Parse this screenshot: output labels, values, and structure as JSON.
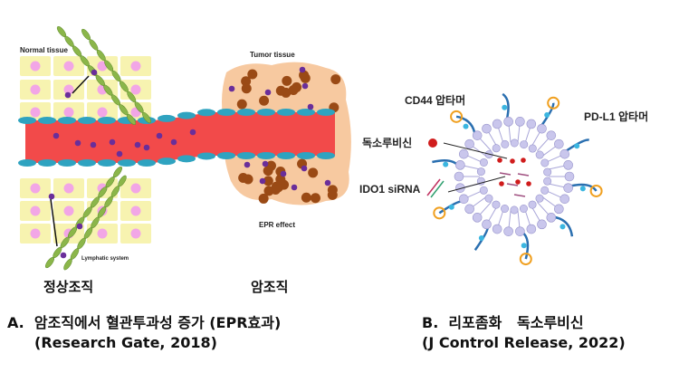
{
  "panel_a": {
    "labels": {
      "normal_tissue": "Normal tissue",
      "tumor_tissue": "Tumor tissue",
      "epr_effect": "EPR effect",
      "lymphatic_system": "Lymphatic system",
      "normal_tissue_kr": "정상조직",
      "tumor_tissue_kr": "암조직"
    },
    "caption": "A.  암조직에서 혈관투과성 증가 (EPR효과)",
    "source": "(Research Gate, 2018)"
  },
  "panel_b": {
    "labels": {
      "cd44_aptamer": "CD44 압타머",
      "pdl1_aptamer": "PD-L1 압타머",
      "doxorubicin": "독소루비신",
      "ido1_sirna": "IDO1 siRNA"
    },
    "caption": "B.  리포좀화   독소루비신",
    "source": "(J Control Release, 2022)"
  },
  "colors": {
    "vessel": "#f24a4a",
    "endothelium": "#2fa3c0",
    "normal_cell": "#f7f3b0",
    "nucleus": "#f2a6e6",
    "tumor_bg": "#f7c9a0",
    "tumor_cell": "#9a4a15",
    "drug": "#6a2e9a",
    "lymph": "#8bb64a",
    "lipid": "#c9c6ec",
    "dox": "#d01c1c"
  }
}
